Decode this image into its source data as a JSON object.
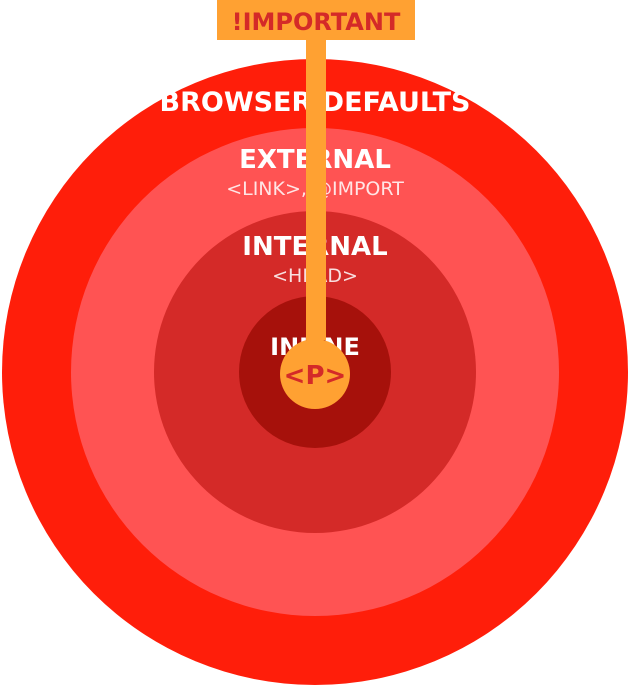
{
  "layers": [
    {
      "id": "browser-defaults",
      "title": "BROWSER DEFAULTS",
      "subtitle": "",
      "color": "#ff1e0a"
    },
    {
      "id": "external",
      "title": "EXTERNAL",
      "subtitle": "<LINK>, @IMPORT",
      "color": "#ff5353"
    },
    {
      "id": "internal",
      "title": "INTERNAL",
      "subtitle": "<HEAD>",
      "color": "#d42a28"
    },
    {
      "id": "inline",
      "title": "INLINE",
      "subtitle": "",
      "color": "#a6110b"
    }
  ],
  "override": {
    "label": "!IMPORTANT",
    "target": "<P>",
    "color": "#ffa132",
    "target_text_color": "#d42a28",
    "label_text_color": "#d42a28"
  }
}
